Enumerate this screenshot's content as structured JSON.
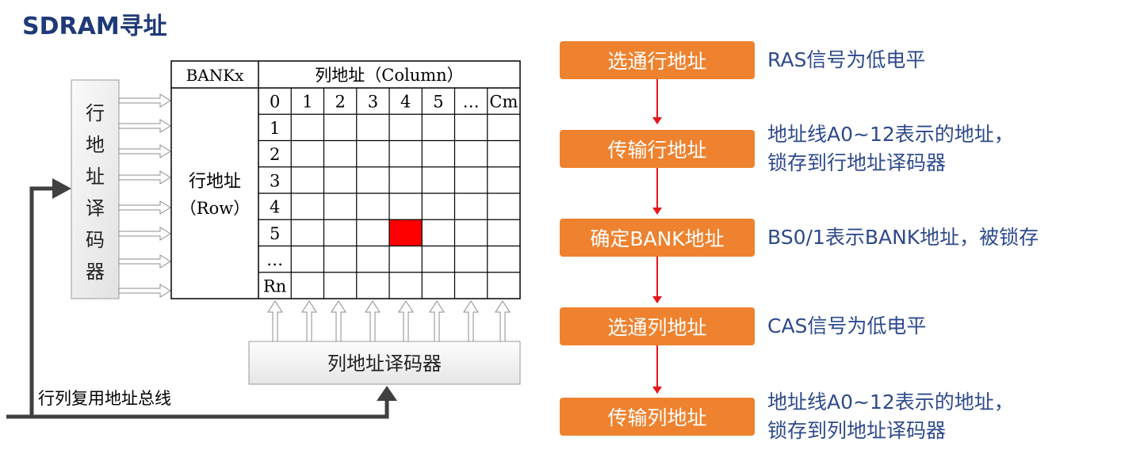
{
  "title": "SDRAM寻址",
  "diagram": {
    "row_decoder_label": "行地址译码器",
    "bank_label": "BANKx",
    "column_header": "列地址（Column）",
    "row_address_label": "行地址",
    "row_address_sub": "（Row）",
    "column_indices": [
      "0",
      "1",
      "2",
      "3",
      "4",
      "5",
      "…",
      "Cm"
    ],
    "row_indices": [
      "0",
      "1",
      "2",
      "3",
      "4",
      "5",
      "…",
      "Rn"
    ],
    "highlighted_cell": {
      "row": "5",
      "column": "4"
    },
    "column_decoder_label": "列地址译码器",
    "bus_label": "行列复用地址总线",
    "highlight_color": "#ff0000"
  },
  "steps": [
    {
      "label": "选通行地址",
      "description": [
        "RAS信号为低电平"
      ]
    },
    {
      "label": "传输行地址",
      "description": [
        "地址线A0~12表示的地址，",
        "锁存到行地址译码器"
      ]
    },
    {
      "label": "确定BANK地址",
      "description": [
        "BS0/1表示BANK地址，被锁存"
      ]
    },
    {
      "label": "选通列地址",
      "description": [
        "CAS信号为低电平"
      ]
    },
    {
      "label": "传输列地址",
      "description": [
        "地址线A0~12表示的地址，",
        "锁存到列地址译码器"
      ]
    }
  ],
  "colors": {
    "title": "#1f3a78",
    "step_box": "#ee822f",
    "step_text": "#2e4a8c",
    "connector": "#e8151a"
  }
}
